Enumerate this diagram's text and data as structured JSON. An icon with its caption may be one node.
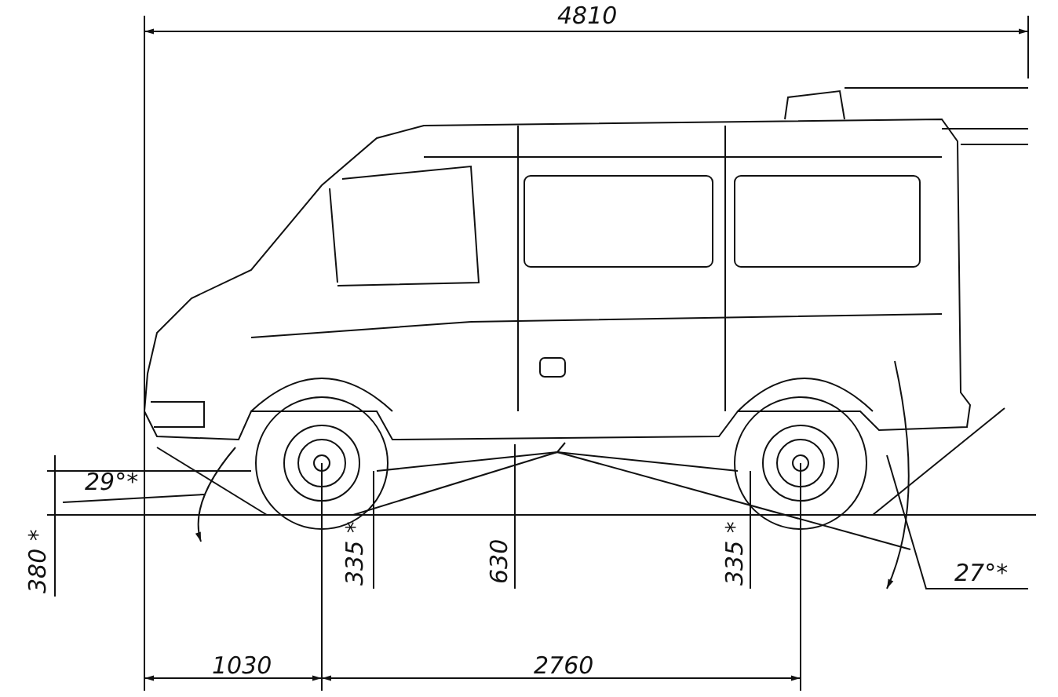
{
  "diagram": {
    "labels": [
      "4810",
      "29°*",
      "380 *",
      "335 *",
      "630",
      "335 *",
      "27°*",
      "1030",
      "2760"
    ]
  }
}
